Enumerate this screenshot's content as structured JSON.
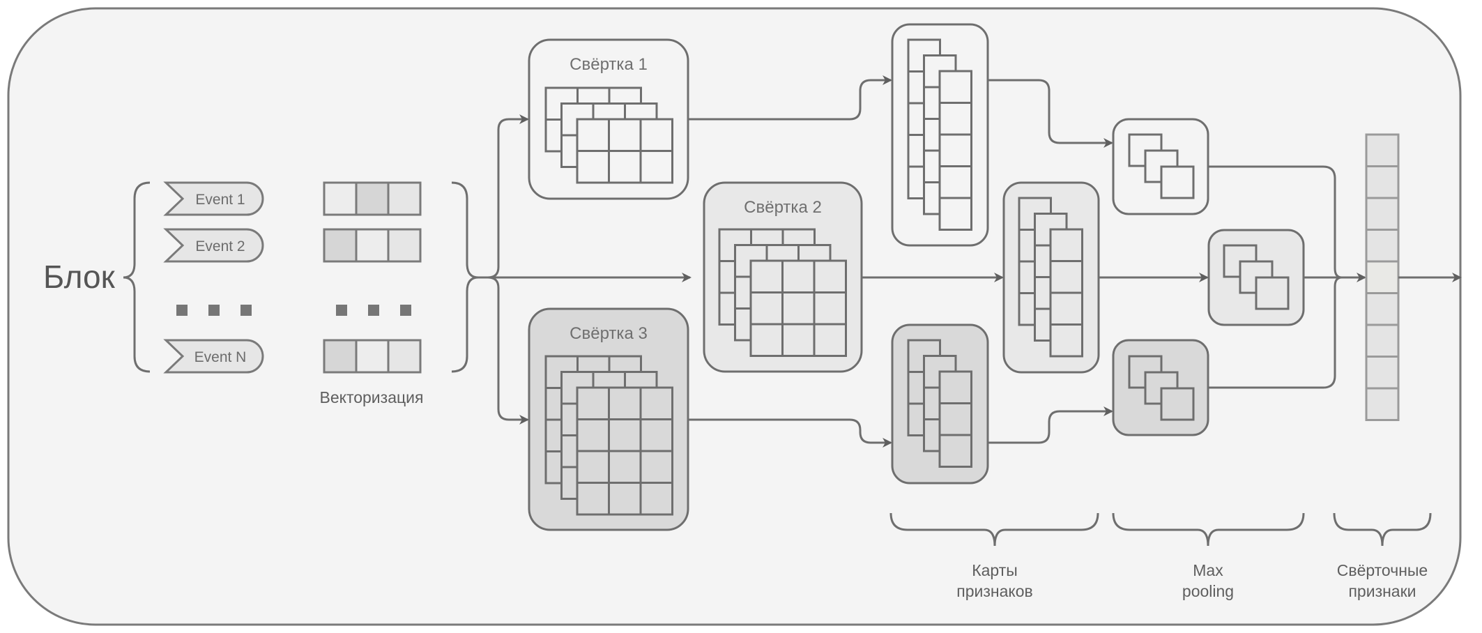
{
  "block_label": "Блок",
  "events": [
    {
      "label": "Event 1",
      "vector": [
        "light",
        "dark",
        "mid"
      ]
    },
    {
      "label": "Event 2",
      "vector": [
        "dark",
        "light",
        "mid"
      ]
    },
    {
      "label": "Event N",
      "vector": [
        "dark",
        "light",
        "mid"
      ]
    }
  ],
  "ellipsis_count": 3,
  "vectorization_label": "Векторизация",
  "convolutions": [
    {
      "label": "Свёртка 1",
      "rows": 2,
      "cols": 3,
      "shade": "white"
    },
    {
      "label": "Свёртка 2",
      "rows": 3,
      "cols": 3,
      "shade": "light"
    },
    {
      "label": "Свёртка 3",
      "rows": 4,
      "cols": 3,
      "shade": "dark"
    }
  ],
  "feature_maps": [
    {
      "rows": 5,
      "shade": "white"
    },
    {
      "rows": 4,
      "shade": "light"
    },
    {
      "rows": 3,
      "shade": "dark"
    }
  ],
  "max_pools": [
    {
      "shade": "white"
    },
    {
      "shade": "light"
    },
    {
      "shade": "dark"
    }
  ],
  "output_vector_cells": 9,
  "section_labels": {
    "feature_maps": [
      "Карты",
      "признаков"
    ],
    "max_pooling": [
      "Max",
      "pooling"
    ],
    "conv_features": [
      "Свёрточные",
      "признаки"
    ]
  },
  "colors": {
    "background": "#f4f4f4",
    "stroke": "#6e6e6e",
    "shade_white": "#f4f4f4",
    "shade_light": "#e8e8e8",
    "shade_dark": "#d9d9d9",
    "cell_light": "#ededed",
    "cell_mid": "#e6e6e6",
    "cell_dark": "#d6d6d6"
  }
}
